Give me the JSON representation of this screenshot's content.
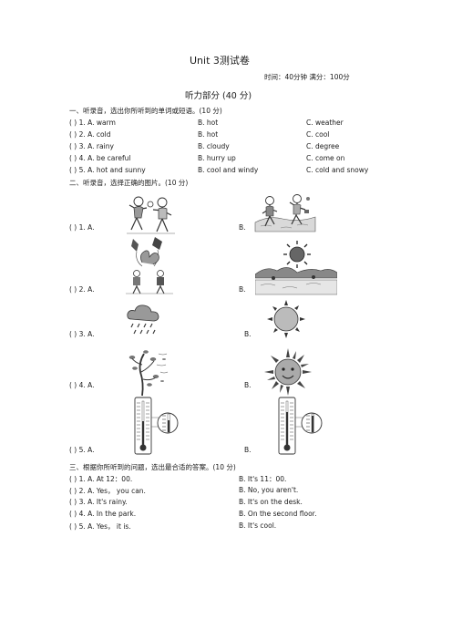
{
  "header": {
    "title": "Unit 3测试卷",
    "time_info": "时间：40分钟    满分：100分",
    "listening_part": "听力部分  (40 分)"
  },
  "section1": {
    "heading": "一、听录音，选出你所听到的单词或短语。(10 分)",
    "rows": [
      {
        "num": "(      ) 1. A. warm",
        "b": "B. hot",
        "c": "C. weather"
      },
      {
        "num": "(      ) 2. A. cold",
        "b": "B. hot",
        "c": "C. cool"
      },
      {
        "num": "(      ) 3. A. rainy",
        "b": "B. cloudy",
        "c": "C. degree"
      },
      {
        "num": "(      ) 4. A. be careful",
        "b": "B. hurry up",
        "c": "C. come on"
      },
      {
        "num": "(      ) 5. A. hot and sunny",
        "b": "B. cool and windy",
        "c": "C. cold   and snowy"
      }
    ]
  },
  "section2": {
    "heading": "二、听录音，选择正确的图片。(10 分)",
    "rows": [
      {
        "a": "(      ) 1. A.",
        "b": "B."
      },
      {
        "a": "(      ) 2. A.",
        "b": "B."
      },
      {
        "a": "(      ) 3. A.",
        "b": "B."
      },
      {
        "a": "(      ) 4. A.",
        "b": "B."
      },
      {
        "a": "(      ) 5. A.",
        "b": "B."
      }
    ]
  },
  "section3": {
    "heading": "三、根据你所听到的问题，选出最合适的答案。(10 分)",
    "rows": [
      {
        "a": "(      ) 1. A. At 12：00.",
        "b": "B. It's 11：00."
      },
      {
        "a": "(      ) 2. A. Yes，  you can.",
        "b": "B. No, you aren't."
      },
      {
        "a": "(      ) 3. A. It's rainy.",
        "b": "B. It's on the desk."
      },
      {
        "a": "(      ) 4. A. In the park.",
        "b": "B. On the second floor."
      },
      {
        "a": "(      ) 5. A. Yes，  it is.",
        "b": "B. It's cool."
      }
    ]
  },
  "icons": [
    "kids-playing-picture",
    "kids-fetching-water-picture",
    "kids-flying-kites-picture",
    "sun-over-river-picture",
    "rain-cloud-icon",
    "sun-icon",
    "windy-tree-picture",
    "smiling-sun-icon",
    "thermometer-a-picture",
    "thermometer-b-picture"
  ]
}
